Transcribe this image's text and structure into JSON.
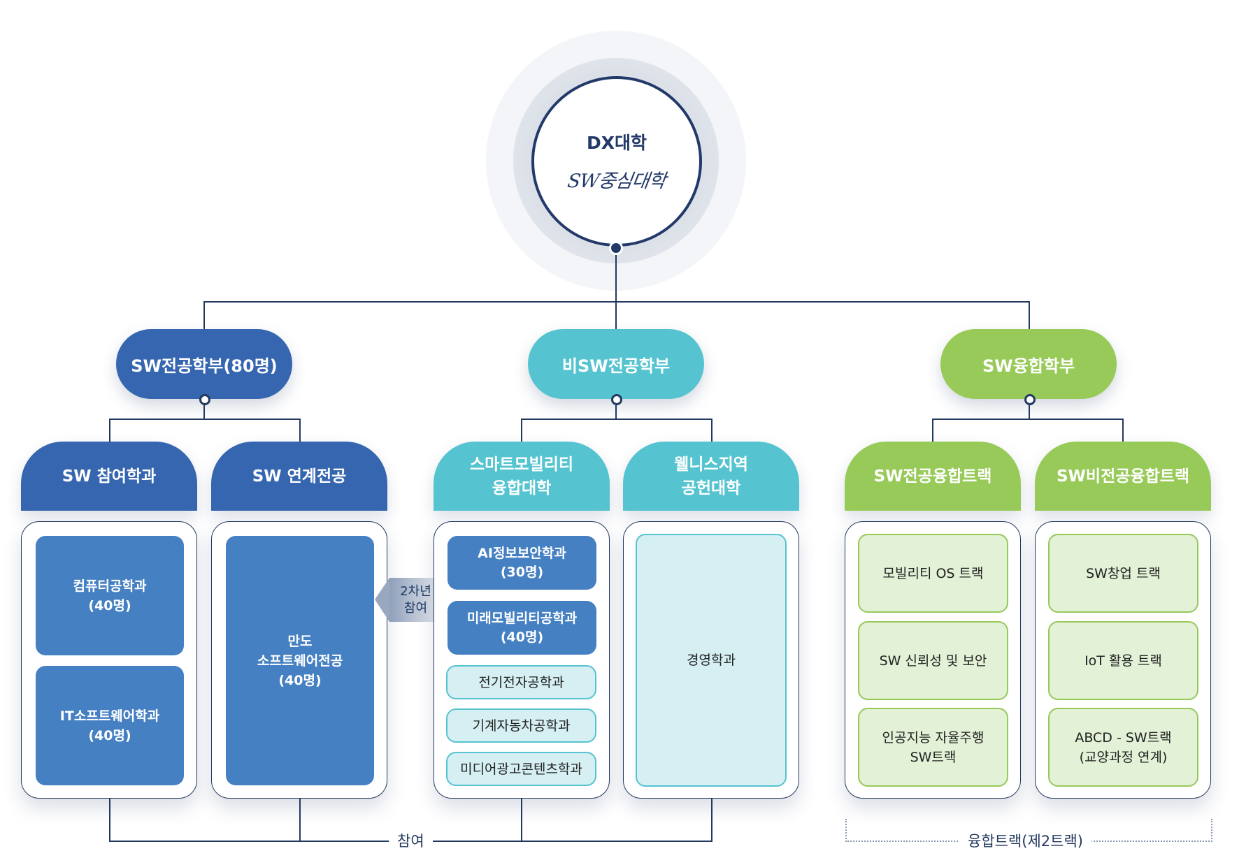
{
  "root": {
    "title": "DX대학",
    "subtitle": "SW중심대학"
  },
  "divisions": [
    {
      "label": "SW전공학부(80명)",
      "color": "#3666b0",
      "groups": [
        {
          "label": "SW 참여학과",
          "items": [
            {
              "name": "컴퓨터공학과",
              "count": "(40명)",
              "style": "dark"
            },
            {
              "name": "IT소프트웨어학과",
              "count": "(40명)",
              "style": "dark"
            }
          ]
        },
        {
          "label": "SW 연계전공",
          "items": [
            {
              "name": "만도\n소프트웨어전공",
              "count": "(40명)",
              "style": "dark"
            }
          ]
        }
      ]
    },
    {
      "label": "비SW전공학부",
      "color": "#56c4d0",
      "groups": [
        {
          "label": "스마트모빌리티\n융합대학",
          "items": [
            {
              "name": "AI정보보안학과",
              "count": "(30명)",
              "style": "dark"
            },
            {
              "name": "미래모빌리티공학과",
              "count": "(40명)",
              "style": "dark"
            },
            {
              "name": "전기전자공학과",
              "count": "",
              "style": "cyan"
            },
            {
              "name": "기계자동차공학과",
              "count": "",
              "style": "cyan"
            },
            {
              "name": "미디어광고콘텐츠학과",
              "count": "",
              "style": "cyan"
            }
          ]
        },
        {
          "label": "웰니스지역\n공헌대학",
          "items": [
            {
              "name": "경영학과",
              "count": "",
              "style": "cyan"
            }
          ]
        }
      ]
    },
    {
      "label": "SW융합학부",
      "color": "#98ca59",
      "groups": [
        {
          "label": "SW전공융합트랙",
          "items": [
            {
              "name": "모빌리티 OS 트랙",
              "count": "",
              "style": "green"
            },
            {
              "name": "SW 신뢰성 및 보안",
              "count": "",
              "style": "green"
            },
            {
              "name": "인공지능 자율주행\nSW트랙",
              "count": "",
              "style": "green"
            }
          ]
        },
        {
          "label": "SW비전공융합트랙",
          "items": [
            {
              "name": "SW창업 트랙",
              "count": "",
              "style": "green"
            },
            {
              "name": "IoT 활용 트랙",
              "count": "",
              "style": "green"
            },
            {
              "name": "ABCD - SW트랙\n(교양과정 연계)",
              "count": "",
              "style": "green"
            }
          ]
        }
      ]
    }
  ],
  "badge": {
    "text": "2차년\n참여"
  },
  "footer": {
    "participation_label": "참여",
    "convergence_label": "융합트랙(제2트랙)"
  },
  "colors": {
    "navy": "#23395f",
    "sw_major": "#3666b0",
    "non_sw": "#56c4d0",
    "convergence": "#98ca59",
    "dept_dark": "#4580c2",
    "dept_cyan_bg": "#d5eff3",
    "track_green_bg": "#e3f1d6"
  }
}
